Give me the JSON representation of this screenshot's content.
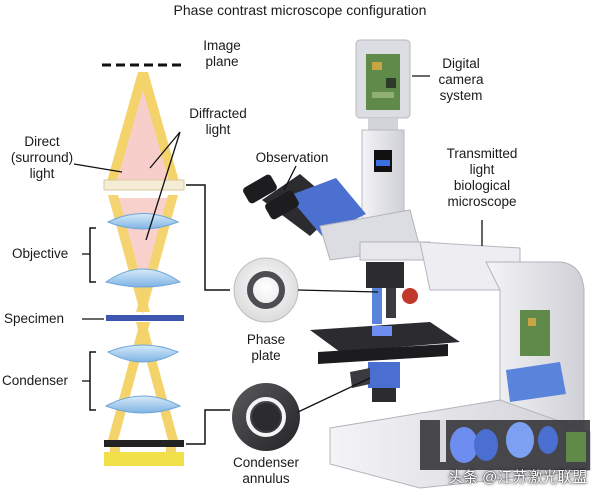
{
  "title": "Phase contrast microscope configuration",
  "labels": {
    "image_plane": [
      "Image",
      "plane"
    ],
    "diffracted_light": [
      "Diffracted",
      "light"
    ],
    "direct_light": [
      "Direct",
      "(surround)",
      "light"
    ],
    "objective": "Objective",
    "specimen": "Specimen",
    "condenser": "Condenser",
    "phase_plate": [
      "Phase",
      "plate"
    ],
    "condenser_annulus": [
      "Condenser",
      "annulus"
    ],
    "observation": "Observation",
    "digital_camera": [
      "Digital",
      "camera",
      "system"
    ],
    "transmitted_light": [
      "Transmitted",
      "light",
      "biological",
      "microscope"
    ]
  },
  "watermark": "头条 @江苏激光联盟",
  "colors": {
    "beam_yellow": "#f3d36a",
    "beam_pink": "#f6c6c0",
    "lens_blue": "#9fc7ea",
    "microscope_body": "#e9e9ee",
    "microscope_dark": "#2b2b30",
    "optics_blue": "#4a6fd0"
  }
}
